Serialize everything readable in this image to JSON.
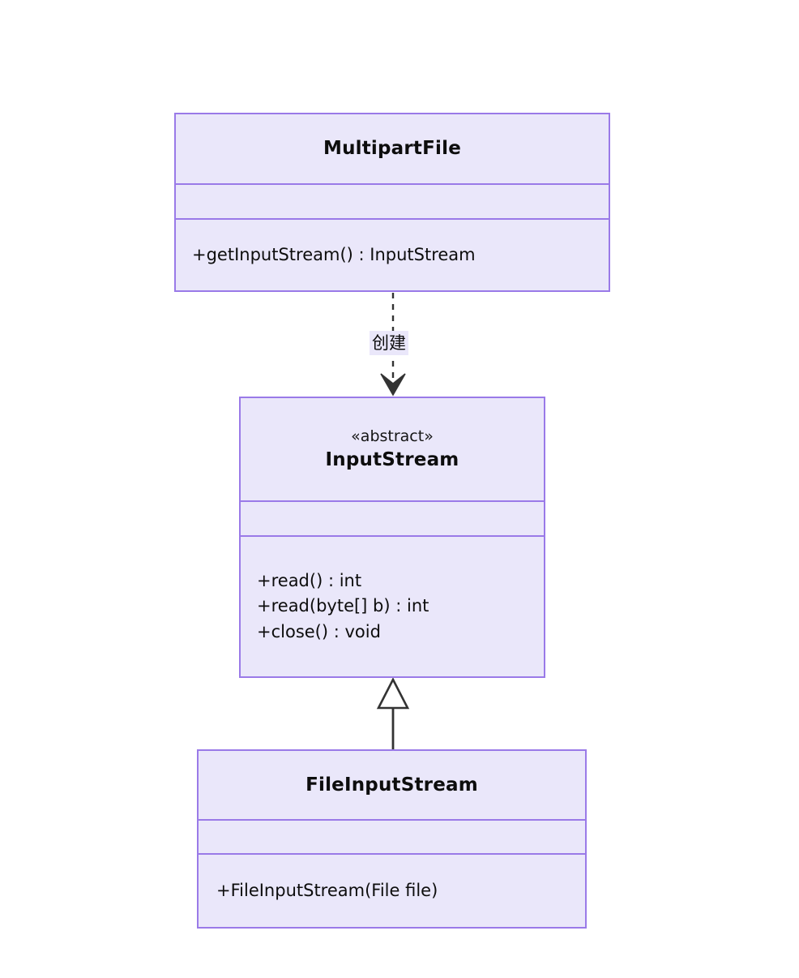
{
  "diagram": {
    "type": "uml-class-diagram",
    "background_color": "#ffffff",
    "class_fill_color": "#eae7fa",
    "class_border_color": "#9a7ae8",
    "connector_color": "#333333",
    "text_color": "#0d0d0d"
  },
  "classes": [
    {
      "id": "multipartfile",
      "name": "MultipartFile",
      "stereotype": "",
      "attributes": [],
      "methods": [
        "+getInputStream() : InputStream"
      ]
    },
    {
      "id": "inputstream",
      "name": "InputStream",
      "stereotype": "«abstract»",
      "attributes": [],
      "methods": [
        "+read() : int",
        "+read(byte[] b) : int",
        "+close() : void"
      ]
    },
    {
      "id": "fileinputstream",
      "name": "FileInputStream",
      "stereotype": "",
      "attributes": [],
      "methods": [
        "+FileInputStream(File file)"
      ]
    }
  ],
  "relationships": [
    {
      "id": "creates",
      "from": "multipartfile",
      "to": "inputstream",
      "kind": "dependency",
      "line_style": "dashed",
      "arrowhead": "open-filled-v",
      "label": "创建"
    },
    {
      "id": "inherits",
      "from": "fileinputstream",
      "to": "inputstream",
      "kind": "generalization",
      "line_style": "solid",
      "arrowhead": "hollow-triangle",
      "label": ""
    }
  ]
}
